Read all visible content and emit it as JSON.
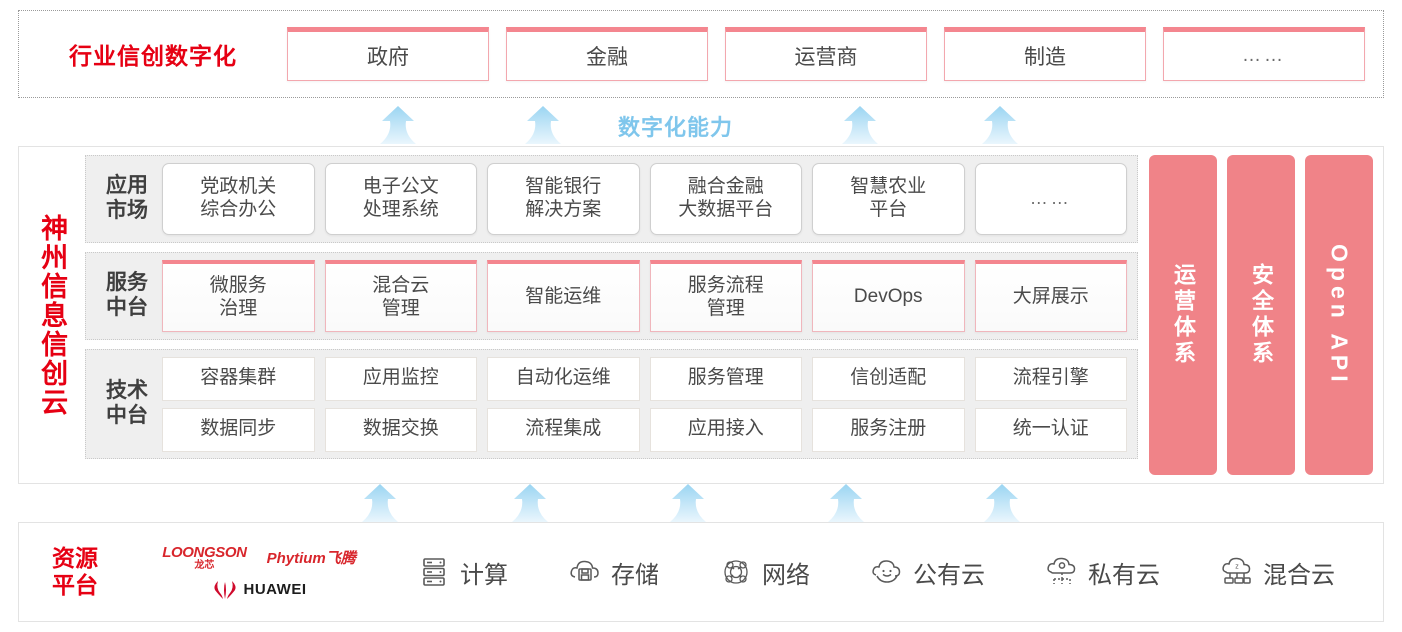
{
  "industry": {
    "title": "行业信创数字化",
    "cards": [
      {
        "label": "政府"
      },
      {
        "label": "金融"
      },
      {
        "label": "运营商"
      },
      {
        "label": "制造"
      },
      {
        "label": "……"
      }
    ]
  },
  "capability": {
    "label": "数字化能力",
    "arrow_color": "#A9DCF5",
    "top_arrow_count": 4,
    "bottom_arrow_count": 5
  },
  "cloud": {
    "title": "神州信息信创云",
    "layers": [
      {
        "key": "application-market",
        "label": "应用\n市场",
        "label_text": "应用市场",
        "style": "app-card",
        "cards": [
          "党政机关\n综合办公",
          "电子公文\n处理系统",
          "智能银行\n解决方案",
          "融合金融\n大数据平台",
          "智慧农业\n平台",
          "……"
        ]
      },
      {
        "key": "service-platform",
        "label_text": "服务中台",
        "style": "svc-card",
        "cards": [
          "微服务\n治理",
          "混合云\n管理",
          "智能运维",
          "服务流程\n管理",
          "DevOps",
          "大屏展示"
        ]
      },
      {
        "key": "technology-platform",
        "label_text": "技术中台",
        "style": "tech-card",
        "cards_row1": [
          "容器集群",
          "应用监控",
          "自动化运维",
          "服务管理",
          "信创适配",
          "流程引擎"
        ],
        "cards_row2": [
          "数据同步",
          "数据交换",
          "流程集成",
          "应用接入",
          "服务注册",
          "统一认证"
        ]
      }
    ],
    "pillars": [
      {
        "label": "运营体系",
        "type": "cjk"
      },
      {
        "label": "安全体系",
        "type": "cjk"
      },
      {
        "label": "Open API",
        "type": "latin"
      }
    ],
    "pillar_color": "#F08388"
  },
  "resource": {
    "title": "资源平台",
    "vendors": [
      {
        "name": "LOONGSON",
        "sub": "龙芯"
      },
      {
        "name": "Phytium飞腾"
      },
      {
        "name": "HUAWEI"
      }
    ],
    "items": [
      {
        "icon": "server-rack-icon",
        "label": "计算"
      },
      {
        "icon": "cloud-storage-icon",
        "label": "存储"
      },
      {
        "icon": "network-mesh-icon",
        "label": "网络"
      },
      {
        "icon": "public-cloud-icon",
        "label": "公有云"
      },
      {
        "icon": "private-cloud-icon",
        "label": "私有云"
      },
      {
        "icon": "hybrid-cloud-icon",
        "label": "混合云"
      }
    ]
  },
  "colors": {
    "brand_red": "#E60013",
    "pink": "#F08388",
    "arrow_blue": "#A9DCF5",
    "row_bg": "#EFEFEF"
  }
}
